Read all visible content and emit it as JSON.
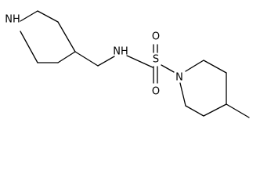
{
  "atoms": {
    "n_piperidine_top": "NH",
    "n_sulfonamide": "NH",
    "sulfur": "S",
    "oxygen_upper": "O",
    "oxygen_lower": "O",
    "n_piperidine_ring": "N"
  },
  "colors": {
    "bond": "#000000",
    "text": "#000000",
    "background": "#ffffff"
  }
}
